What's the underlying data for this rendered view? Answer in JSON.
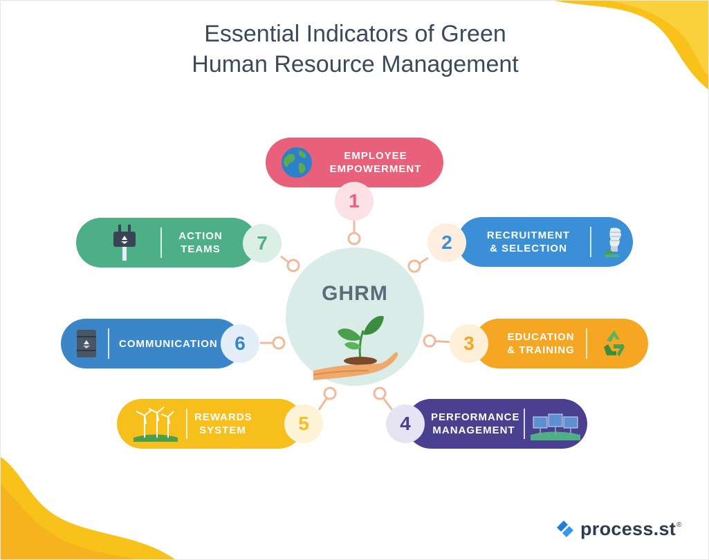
{
  "title": {
    "line1": "Essential Indicators of Green",
    "line2": "Human Resource Management"
  },
  "center": {
    "label": "GHRM",
    "icon": "hand-with-seedling-icon"
  },
  "items": [
    {
      "number": "1",
      "label_line1": "EMPLOYEE",
      "label_line2": "EMPOWERMENT",
      "color": "#e8607a",
      "number_bg": "#fbe1e6",
      "number_color": "#e8607a",
      "icon": "globe-icon"
    },
    {
      "number": "2",
      "label_line1": "RECRUITMENT",
      "label_line2": "& SELECTION",
      "color": "#3b8fd6",
      "number_bg": "#fdeee0",
      "number_color": "#3b8fd6",
      "icon": "light-bulb-icon"
    },
    {
      "number": "3",
      "label_line1": "EDUCATION",
      "label_line2": "& TRAINING",
      "color": "#f5a623",
      "number_bg": "#fdf0d8",
      "number_color": "#f5a623",
      "icon": "recycle-icon"
    },
    {
      "number": "4",
      "label_line1": "PERFORMANCE",
      "label_line2": "MANAGEMENT",
      "color": "#4b3f8f",
      "number_bg": "#e6e4f2",
      "number_color": "#4b3f8f",
      "icon": "solar-panel-icon"
    },
    {
      "number": "5",
      "label_line1": "REWARDS",
      "label_line2": "SYSTEM",
      "color": "#f7bf1b",
      "number_bg": "#fdf3d6",
      "number_color": "#f7bf1b",
      "icon": "wind-turbine-icon"
    },
    {
      "number": "6",
      "label_line1": "COMMUNICATION",
      "label_line2": "",
      "color": "#3a86c8",
      "number_bg": "#e3eef8",
      "number_color": "#3a86c8",
      "icon": "recycle-barrel-icon"
    },
    {
      "number": "7",
      "label_line1": "ACTION",
      "label_line2": "TEAMS",
      "color": "#4caf86",
      "number_bg": "#dcefe6",
      "number_color": "#4caf86",
      "icon": "eco-plug-icon"
    }
  ],
  "logo": {
    "text": "process.st",
    "reg": "®"
  },
  "colors": {
    "title": "#3a4a5a",
    "connector": "#f0b99a",
    "center_bg": "#d9ece7",
    "blob": "#f9c21a"
  }
}
